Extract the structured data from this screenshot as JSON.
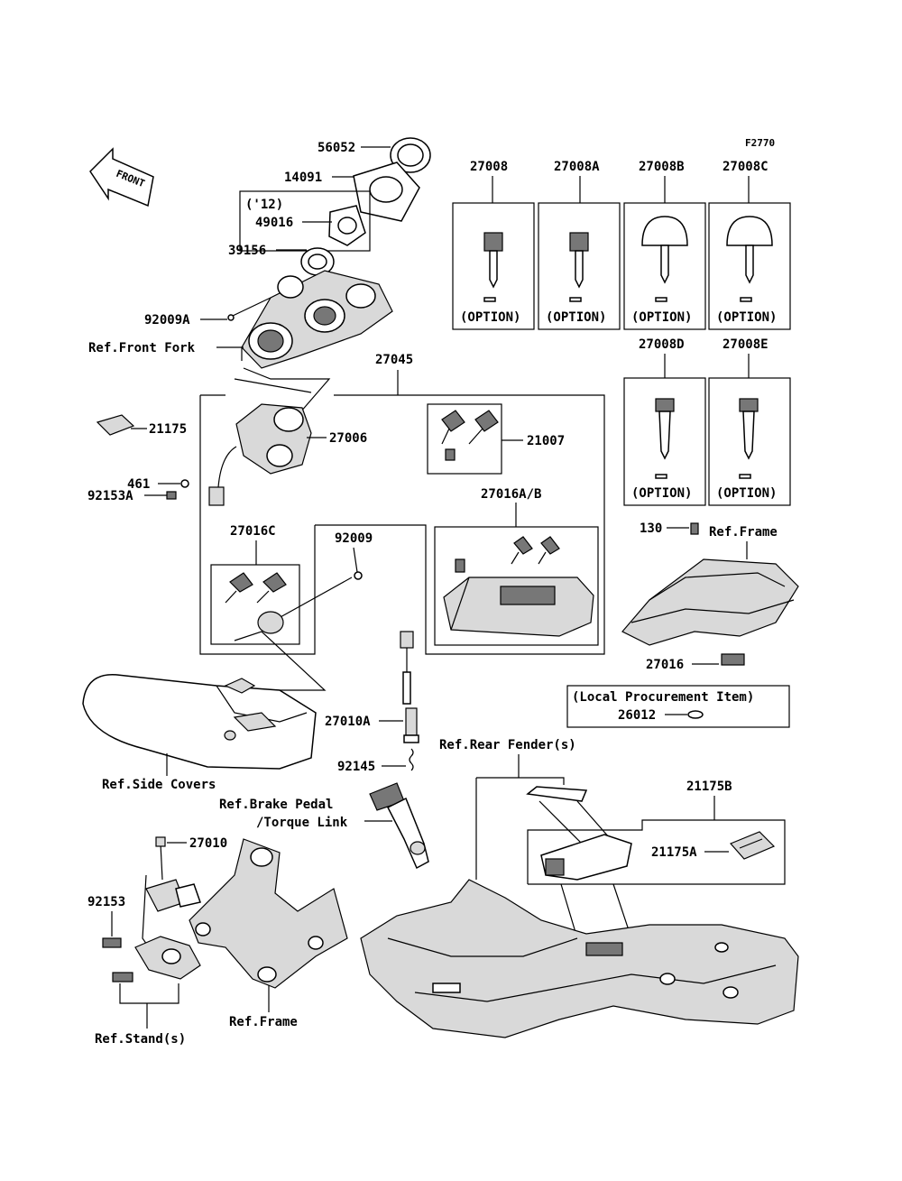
{
  "figure_code": "F2770",
  "front_arrow": "FRONT",
  "labels": {
    "p56052": "56052",
    "p14091": "14091",
    "year12": "('12)",
    "p49016": "49016",
    "p39156": "39156",
    "p92009A": "92009A",
    "ref_front_fork": "Ref.Front Fork",
    "p27045": "27045",
    "p21175": "21175",
    "p27006": "27006",
    "p21007": "21007",
    "p461": "461",
    "p92153A": "92153A",
    "p27016AB": "27016A/B",
    "p27016C": "27016C",
    "p92009": "92009",
    "p27008": "27008",
    "p27008A": "27008A",
    "p27008B": "27008B",
    "p27008C": "27008C",
    "p27008D": "27008D",
    "p27008E": "27008E",
    "option": "(OPTION)",
    "p130": "130",
    "ref_frame_top": "Ref.Frame",
    "p27016": "27016",
    "local_procurement": "(Local Procurement Item)",
    "p26012": "26012",
    "p27010A": "27010A",
    "ref_rear_fender": "Ref.Rear Fender(s)",
    "ref_side_covers": "Ref.Side Covers",
    "p92145": "92145",
    "ref_brake_pedal": "Ref.Brake Pedal",
    "torque_link": "/Torque Link",
    "p21175B": "21175B",
    "p21175A": "21175A",
    "p27010": "27010",
    "p92153": "92153",
    "ref_frame_bottom": "Ref.Frame",
    "ref_stands": "Ref.Stand(s)"
  }
}
